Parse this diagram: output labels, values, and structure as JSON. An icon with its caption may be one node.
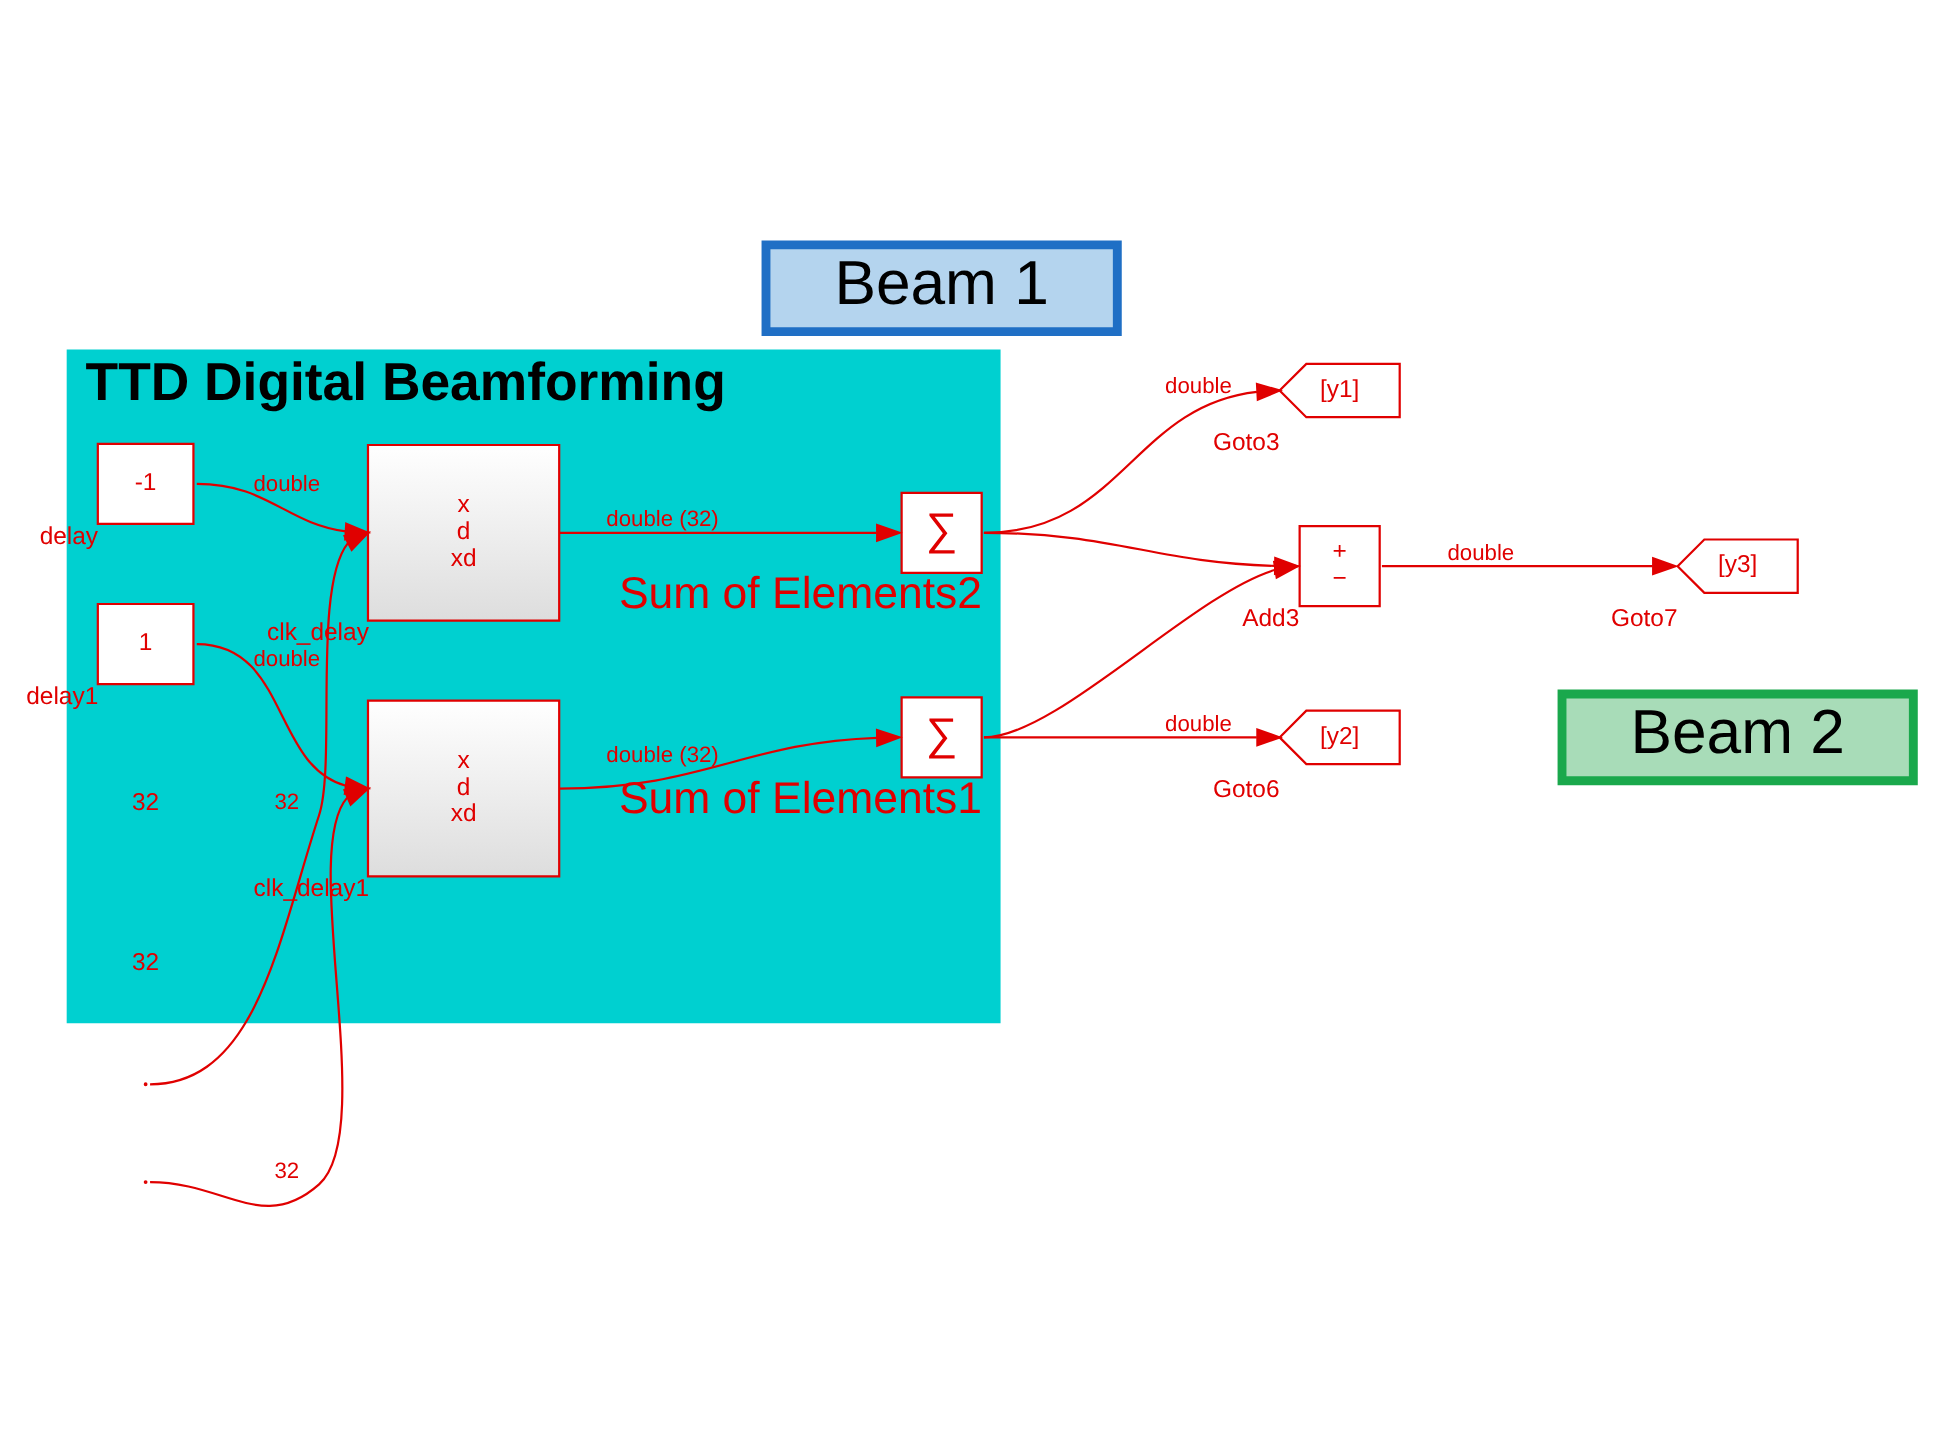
{
  "diagram": {
    "nodes": [
      {
        "text": [
          "TTD Digital Beamforming"
        ]
      },
      {
        "text": [
          "-1"
        ],
        "beside": [
          "delay"
        ],
        "in": 0
      },
      {
        "text": [
          "x",
          "d",
          "xd"
        ],
        "beside": [
          "clk_delay"
        ],
        "in": 0
      },
      {
        "text": [
          "∑"
        ],
        "beside": [
          "Sum of Elements2"
        ],
        "in": 0
      },
      {
        "text": [
          "1"
        ],
        "beside": [
          "delay1"
        ],
        "in": 0
      },
      {
        "text": [
          "x",
          "d",
          "xd"
        ],
        "beside": [
          "clk_delay1"
        ],
        "in": 0
      },
      {
        "text": [
          "∑"
        ],
        "beside": [
          "Sum of Elements1"
        ],
        "in": 0
      },
      {
        "text": [
          "Beam 1"
        ]
      },
      {
        "text": [
          "[y1]"
        ],
        "beside": [
          "Goto3"
        ]
      },
      {
        "text": [
          "+",
          "−"
        ],
        "beside": [
          "Add3"
        ]
      },
      {
        "text": [
          "[y3]"
        ],
        "beside": [
          "Goto7"
        ]
      },
      {
        "text": [
          "[y2]"
        ],
        "beside": [
          "Goto6"
        ]
      },
      {
        "text": [
          "Beam 2"
        ]
      }
    ],
    "edges": [
      {
        "from": null,
        "to": 2,
        "arrow": "to",
        "label": "32"
      },
      {
        "from": null,
        "to": 5,
        "arrow": "to",
        "label": "32"
      },
      {
        "from": 1,
        "to": 2,
        "arrow": "to",
        "label": "double"
      },
      {
        "from": 4,
        "to": 5,
        "arrow": "to",
        "label": "double"
      },
      {
        "from": 2,
        "to": 3,
        "arrow": "to",
        "label": "double (32)"
      },
      {
        "from": 5,
        "to": 6,
        "arrow": "to",
        "label": "double (32)"
      },
      {
        "from": 3,
        "to": 8,
        "arrow": "to",
        "label": "double"
      },
      {
        "from": 3,
        "to": 9,
        "arrow": "to"
      },
      {
        "from": 6,
        "to": 11,
        "arrow": "to",
        "label": "double"
      },
      {
        "from": 6,
        "to": 9,
        "arrow": "to"
      },
      {
        "from": 9,
        "to": 10,
        "arrow": "to",
        "label": "double"
      }
    ],
    "labels": [
      "32",
      "32"
    ]
  }
}
